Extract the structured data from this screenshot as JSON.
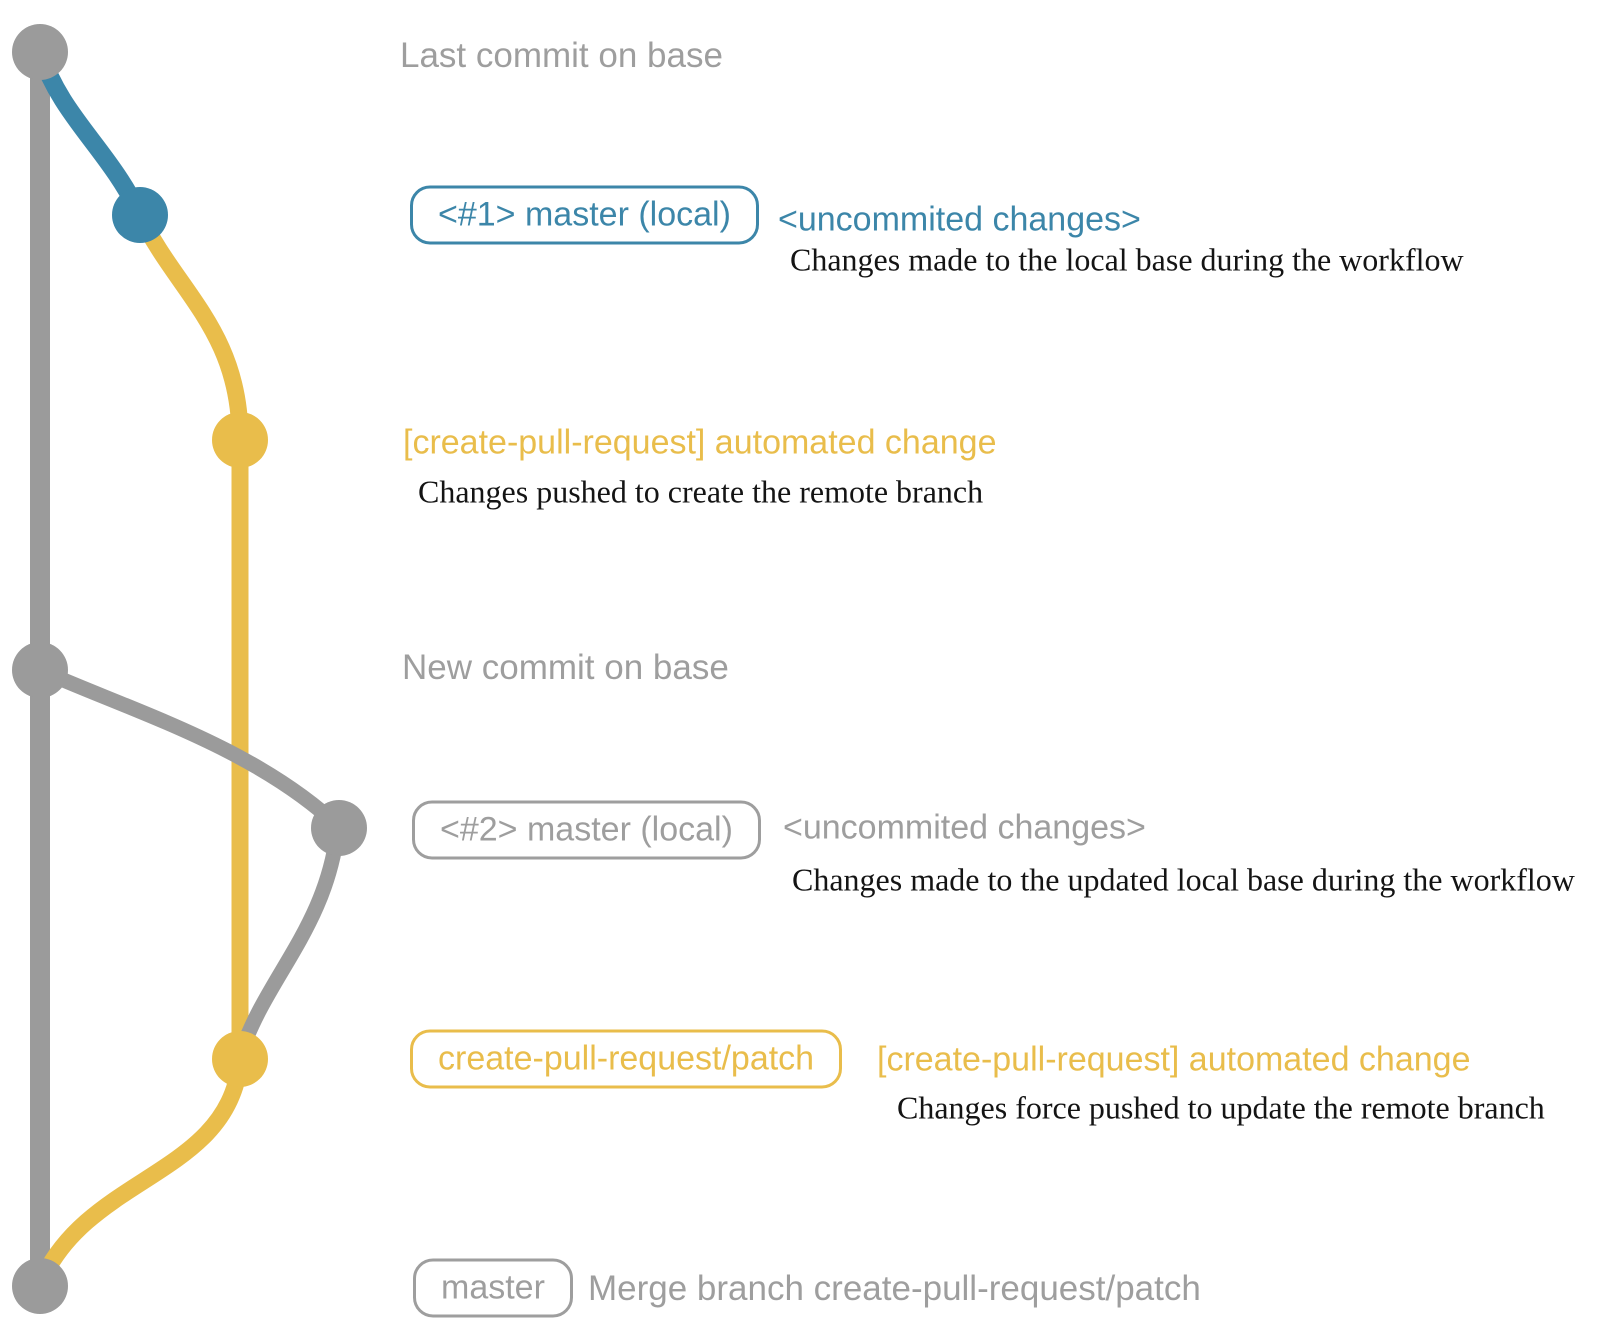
{
  "colors": {
    "gray": "#9B9B9B",
    "text_gray": "#9E9E9E",
    "blue": "#3C86A9",
    "yellow": "#E9BD4B",
    "black": "#141414"
  },
  "graph": {
    "node_semantics": [
      "last-commit-on-base",
      "uncommitted-changes-1",
      "create-pull-request-automated-change-1",
      "new-commit-on-base",
      "uncommitted-changes-2",
      "create-pull-request-automated-change-2",
      "merge-commit"
    ]
  },
  "rows": {
    "last_commit": {
      "heading": "Last commit on base"
    },
    "commit1": {
      "box_label": "<#1> master (local)",
      "annotation": "<uncommited changes>",
      "description": "Changes made to the local base during the workflow"
    },
    "patch1": {
      "annotation": "[create-pull-request] automated change",
      "description": "Changes pushed to create the remote branch"
    },
    "new_commit": {
      "heading": "New commit on base"
    },
    "commit2": {
      "box_label": "<#2> master (local)",
      "annotation": "<uncommited changes>",
      "description": "Changes made to the updated local base during the workflow"
    },
    "patch2": {
      "box_label": "create-pull-request/patch",
      "annotation": "[create-pull-request] automated change",
      "description": "Changes force pushed to update the remote branch"
    },
    "merge": {
      "box_label": "master",
      "description": "Merge branch create-pull-request/patch"
    }
  }
}
